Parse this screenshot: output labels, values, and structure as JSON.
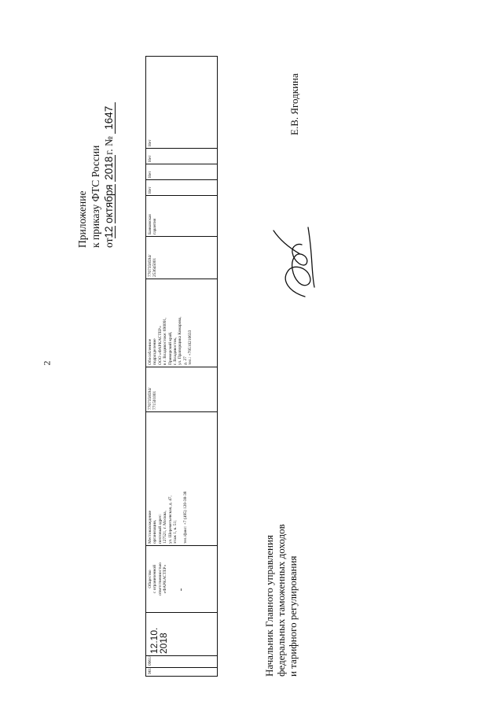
{
  "page_number": "2",
  "annex": {
    "title": "Приложение",
    "to_order": "к приказу ФТС России",
    "date_prefix": "от",
    "day": "12",
    "month": "октября",
    "year": "2018",
    "year_suffix": "г. №",
    "number": "1647"
  },
  "table": {
    "row": {
      "num": "961",
      "reg_number": "0961/00",
      "date_line1": "12.10.",
      "date_line2": "2018",
      "org_name": [
        "Общество",
        "с ограниченной",
        "ответственностью",
        "«ФАРКАСТЕР»"
      ],
      "location": [
        "Местонахождение",
        "организации,",
        "почтовый адрес:",
        "127521, г. Москва,",
        "ул. Шереметьевская, д. 47,",
        "этаж 1, к. 51;",
        "",
        "тел./факс: +7 (495) 120-38-38"
      ],
      "inn_kpp_main": [
        "7707358594/",
        "771501001"
      ],
      "branch": [
        "Обособленное",
        "подразделение",
        "ООО «ФАРКАСТЕР»",
        "в г. Владивостоке: 690091,",
        "Приморский край,",
        "г. Владивосток,",
        "ул. Прапорщика Комарова,",
        "д. 27",
        "тел.: +79510210633"
      ],
      "inn_kpp_branch": [
        "7707358594/",
        "253645001"
      ],
      "security": [
        "Банковская",
        "гарантия"
      ],
      "flag1": "Нет",
      "flag2": "Нет",
      "flag3": "Нет",
      "flag4": "Нет"
    }
  },
  "position": {
    "line1": "Начальник Главного управления",
    "line2": "федеральных таможенных доходов",
    "line3": "и тарифного регулирования"
  },
  "signer": "Е.В. Ягодкина"
}
